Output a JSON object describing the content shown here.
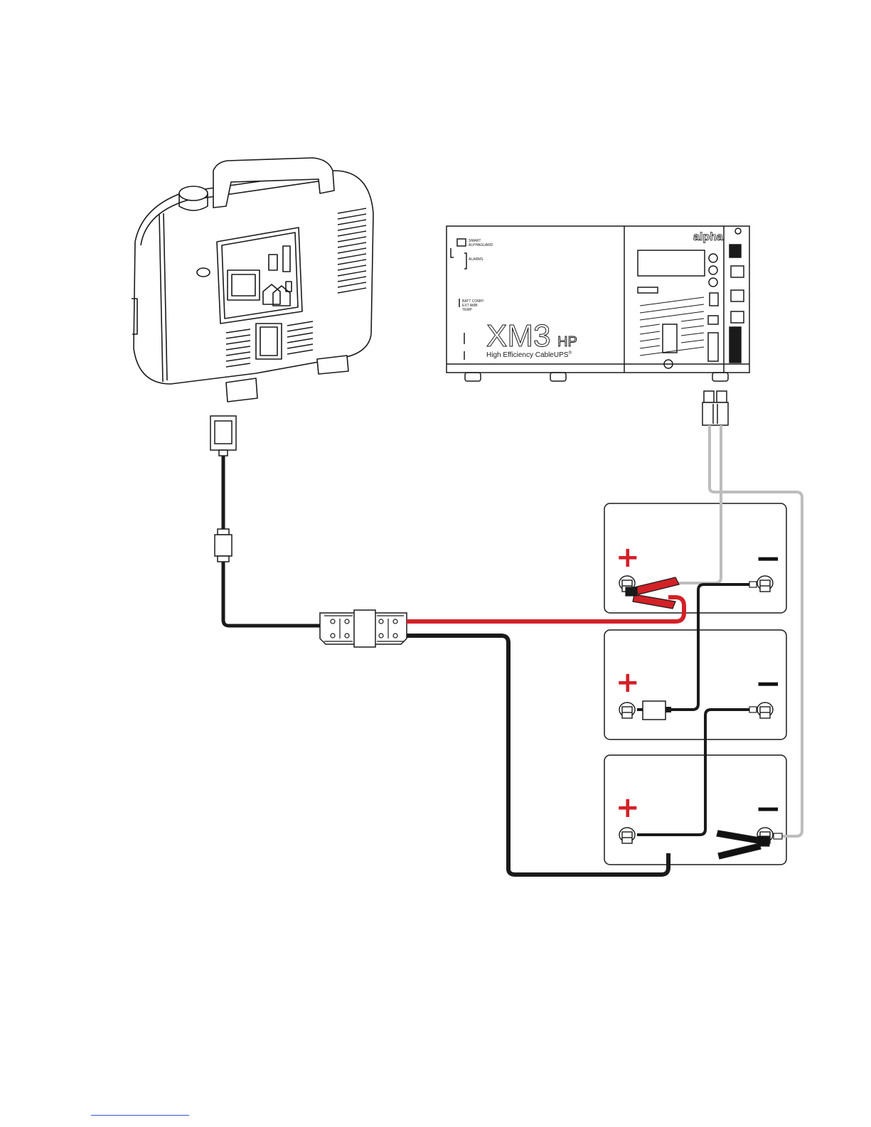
{
  "ups": {
    "brand_logo": "alpha",
    "model": "XM3",
    "model_suffix": "HP",
    "tagline": "High Efficiency CableUPS",
    "tagline_mark": "®",
    "panel_labels": {
      "smart_alphaguard_line1": "SMART",
      "smart_alphaguard_line2": "ALPHAGUARD",
      "alarms": "ALARMS",
      "batt_comp_line1": "BATT COMP/",
      "batt_comp_line2": "EXT AMB",
      "batt_comp_line3": "TEMP"
    }
  },
  "batteries": [
    {
      "positive_symbol": "+",
      "negative_symbol": "−"
    },
    {
      "positive_symbol": "+",
      "negative_symbol": "−"
    },
    {
      "positive_symbol": "+",
      "negative_symbol": "−"
    }
  ],
  "colors": {
    "line": "#1a1a1a",
    "positive": "#d42027",
    "neutral_cable": "#bdbdbd",
    "negative_clamp": "#111111",
    "link": "#3355cc"
  },
  "icons": [
    "generator-icon",
    "ups-icon",
    "anderson-connector-icon",
    "battery-icon",
    "clamp-icon",
    "fuse-icon"
  ]
}
